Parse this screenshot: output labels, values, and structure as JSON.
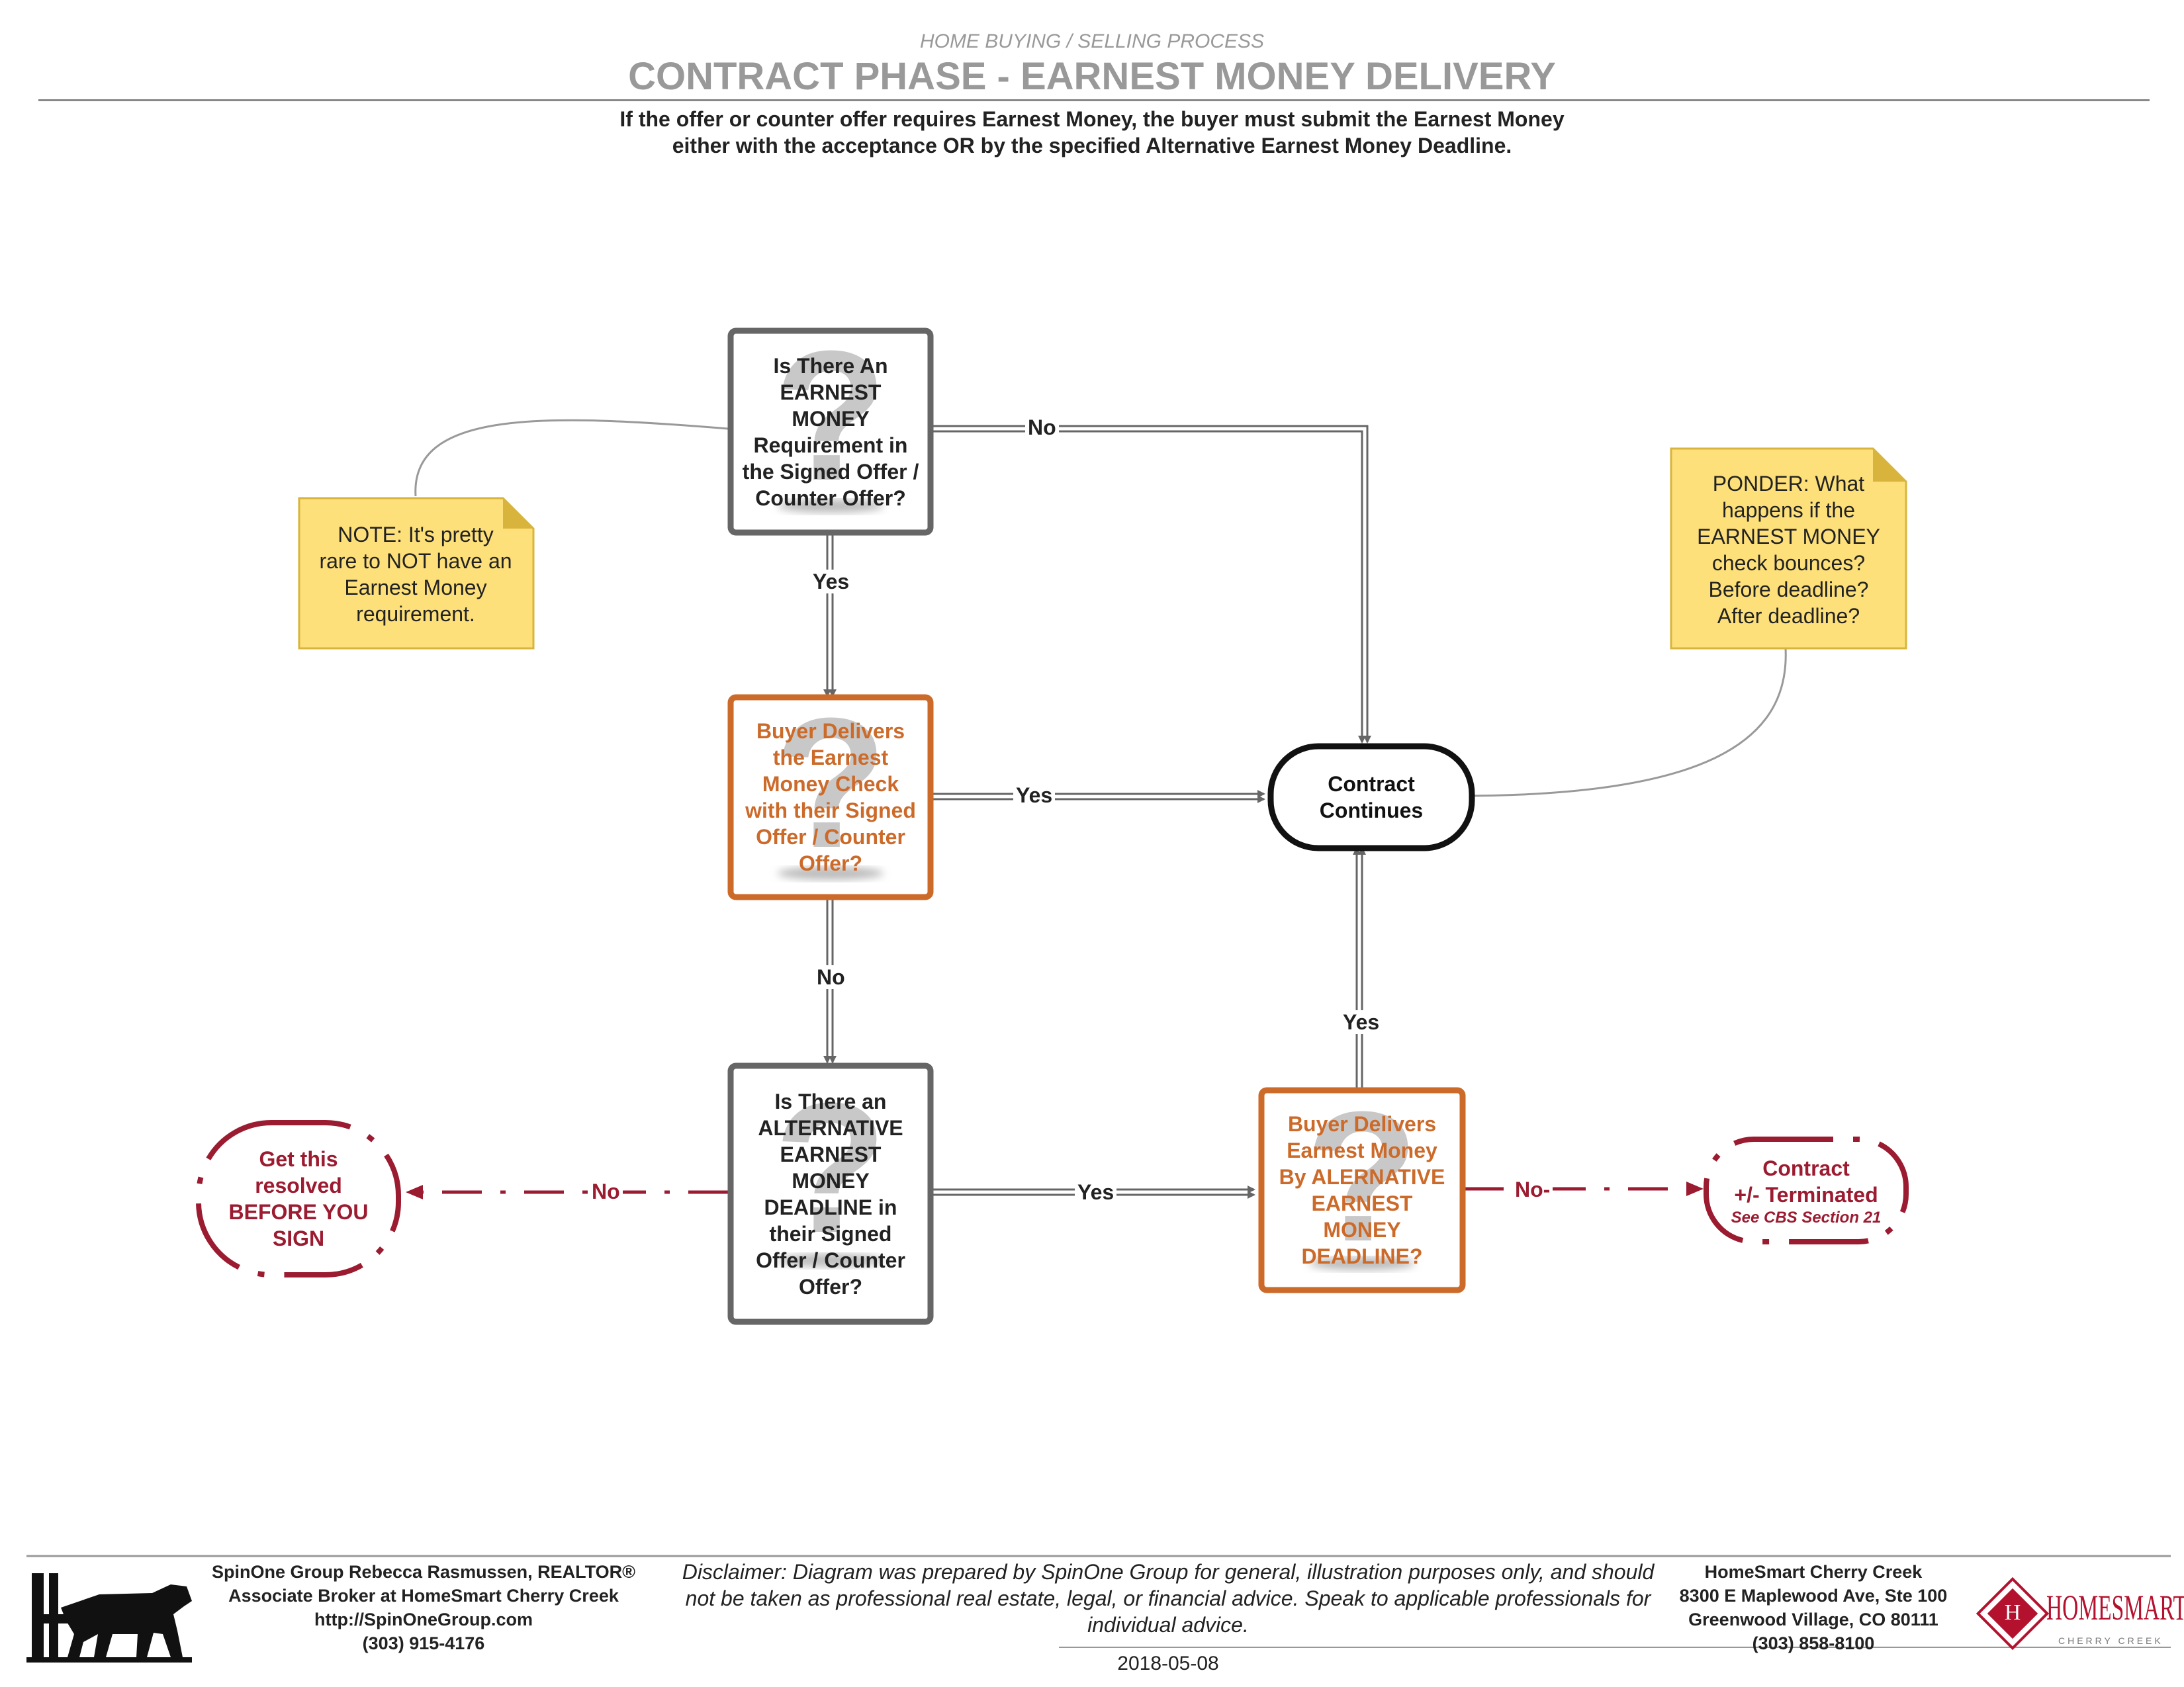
{
  "header": {
    "subtitle": "HOME BUYING / SELLING PROCESS",
    "title": "CONTRACT PHASE - EARNEST MONEY DELIVERY",
    "intro_line1": "If the offer or counter offer requires Earnest Money, the buyer must submit the Earnest Money",
    "intro_line2": "either with the acceptance OR by the specified Alternative Earnest Money Deadline."
  },
  "nodes": {
    "q1": "Is There An\nEARNEST\nMONEY\nRequirement in\nthe Signed Offer /\nCounter Offer?",
    "q2": "Buyer Delivers\nthe Earnest\nMoney Check\nwith their Signed\nOffer / Counter\nOffer?",
    "q3": "Is There an\nALTERNATIVE\nEARNEST\nMONEY\nDEADLINE in\ntheir Signed\nOffer / Counter\nOffer?",
    "q4": "Buyer Delivers\nEarnest Money\nBy ALERNATIVE\nEARNEST\nMONEY\nDEADLINE?",
    "contract_continues": "Contract\nContinues",
    "get_resolved": "Get this\nresolved\nBEFORE YOU\nSIGN",
    "terminated_title": "Contract\n+/- Terminated",
    "terminated_note": "See CBS Section 21"
  },
  "notes": {
    "note": "NOTE: It's pretty\nrare to NOT have an\nEarnest Money\nrequirement.",
    "ponder": "PONDER: What\nhappens if the\nEARNEST MONEY\ncheck bounces?\nBefore deadline?\nAfter deadline?"
  },
  "edges": {
    "q1_no": "No",
    "q1_yes": "Yes",
    "q2_yes": "Yes",
    "q2_no": "No",
    "q3_no": "No",
    "q3_yes": "Yes",
    "q4_yes": "Yes",
    "q4_no": "No-"
  },
  "footer": {
    "left_line1": "SpinOne Group Rebecca Rasmussen, REALTOR®",
    "left_line2": "Associate Broker at HomeSmart Cherry Creek",
    "left_line3": "http://SpinOneGroup.com",
    "left_line4": "(303) 915-4176",
    "disclaimer_label": "Disclaimer:",
    "disclaimer_text": " Diagram was prepared by SpinOne Group for general, illustration purposes only, and should not be taken as professional real estate, legal, or financial advice. Speak to applicable professionals for individual advice.",
    "date": "2018-05-08",
    "right_line1": "HomeSmart Cherry Creek",
    "right_line2": "8300 E Maplewood Ave, Ste 100",
    "right_line3": "Greenwood Village, CO 80111",
    "right_line4": "(303) 858-8100",
    "logo_word": "HOMESMART",
    "logo_sub": "CHERRY CREEK",
    "logo_monogram": "H"
  },
  "colors": {
    "gray_border": "#666666",
    "orange": "#cc6a2a",
    "red": "#9b1b30",
    "note_fill": "#fde07a",
    "note_border": "#d9b43c"
  },
  "icons": {
    "decision_watermark": "question-mark-icon",
    "left_logo": "spinone-dog-logo-icon",
    "right_logo": "homesmart-logo-icon"
  }
}
